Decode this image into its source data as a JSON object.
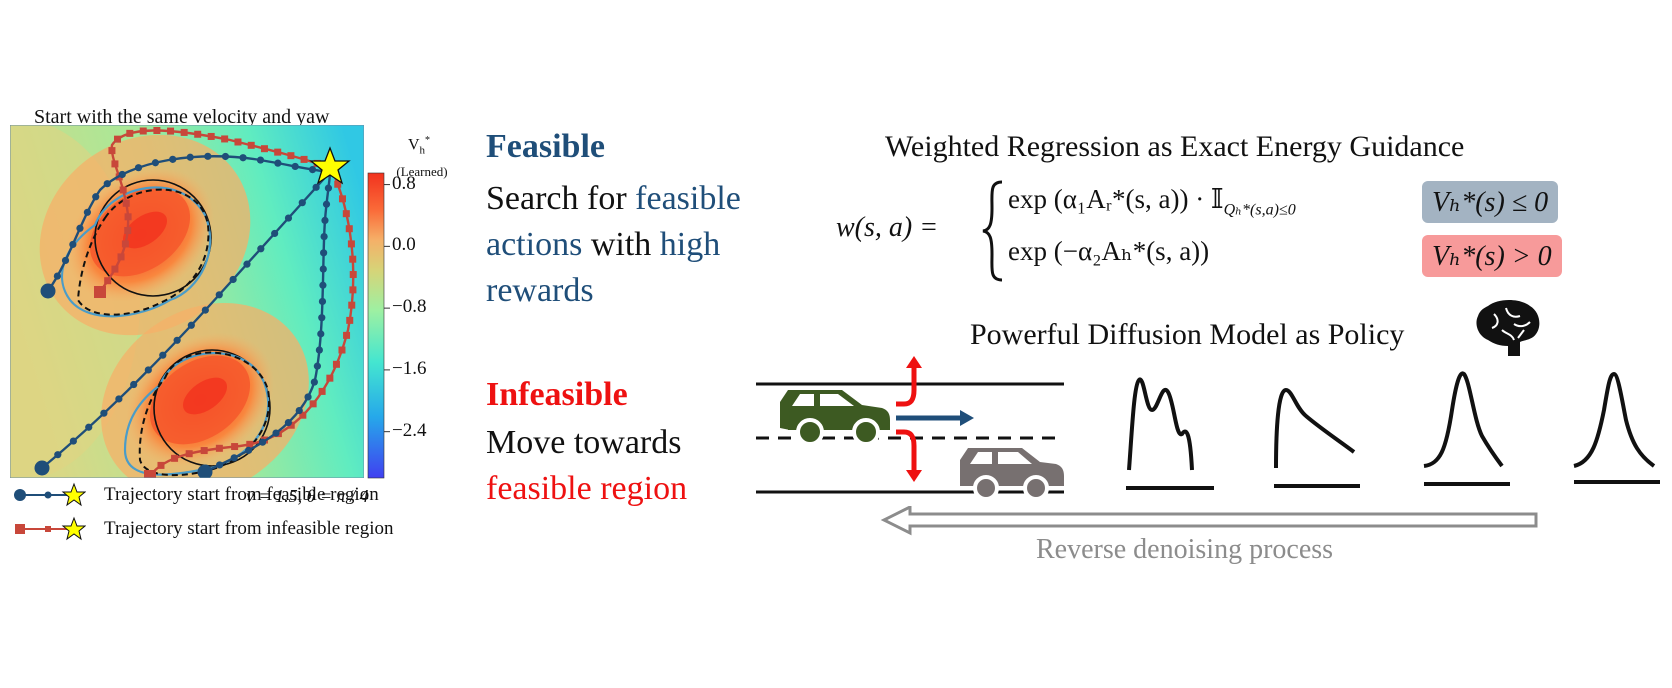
{
  "left_panel": {
    "title": "Start with the same velocity and yaw",
    "colorbar": {
      "label_main": "V",
      "label_sub": "h",
      "label_sup": "*",
      "note": "(Learned)",
      "ticks": [
        "0.8",
        "0.0",
        "−0.8",
        "−1.6",
        "−2.4"
      ],
      "range": [
        -3.0,
        0.95
      ],
      "colors": [
        "#3c3cf0",
        "#1e8fe6",
        "#3fd3e0",
        "#7ef0b0",
        "#c8e08a",
        "#f5b068",
        "#fa7a3c",
        "#f2321e"
      ]
    },
    "annotation": "v = 1.5, θ = π / 4",
    "legend": [
      {
        "label": "Trajectory start from feasible region",
        "color": "#1f4e79",
        "marker": "circle"
      },
      {
        "label": "Trajectory start from infeasible region",
        "color": "#c8473a",
        "marker": "square"
      }
    ],
    "goal_icon": "star-icon",
    "colors": {
      "feasible_traj": "#1f4e79",
      "infeasible_traj": "#c8473a",
      "boundary_learned": "#4a9cc8",
      "star": "#ffff00"
    }
  },
  "middle": {
    "feasible": {
      "heading": "Feasible",
      "parts": [
        {
          "text": "Search for ",
          "style": "plain"
        },
        {
          "text": "feasible actions",
          "style": "blue"
        },
        {
          "text": " with ",
          "style": "plain"
        },
        {
          "text": "high rewards",
          "style": "blue"
        }
      ]
    },
    "infeasible": {
      "heading": "Infeasible",
      "parts": [
        {
          "text": "Move towards ",
          "style": "plain"
        },
        {
          "text": "feasible region",
          "style": "red"
        }
      ]
    }
  },
  "right": {
    "weighted_title": "Weighted Regression as Exact Energy Guidance",
    "formula": {
      "lhs": "w(s, a) =",
      "case1": "exp (α₁Aᵣ*(s, a)) · 𝕀",
      "case1_sub": "Qₕ*(s,a)≤0",
      "case2": "exp (−α₂Aₕ*(s, a))",
      "cond1": "Vₕ*(s) ≤ 0",
      "cond2": "Vₕ*(s) > 0",
      "cond1_color": "#a3b3c2",
      "cond2_color": "#f79a9a"
    },
    "diffusion_title": "Powerful Diffusion Model as Policy",
    "brain_icon": "brain-icon",
    "reverse_label": "Reverse denoising process",
    "car_colors": {
      "ego": "#3d5a22",
      "other": "#777070",
      "arrow_red": "#ee1111",
      "arrow_blue": "#1f4e79"
    }
  }
}
